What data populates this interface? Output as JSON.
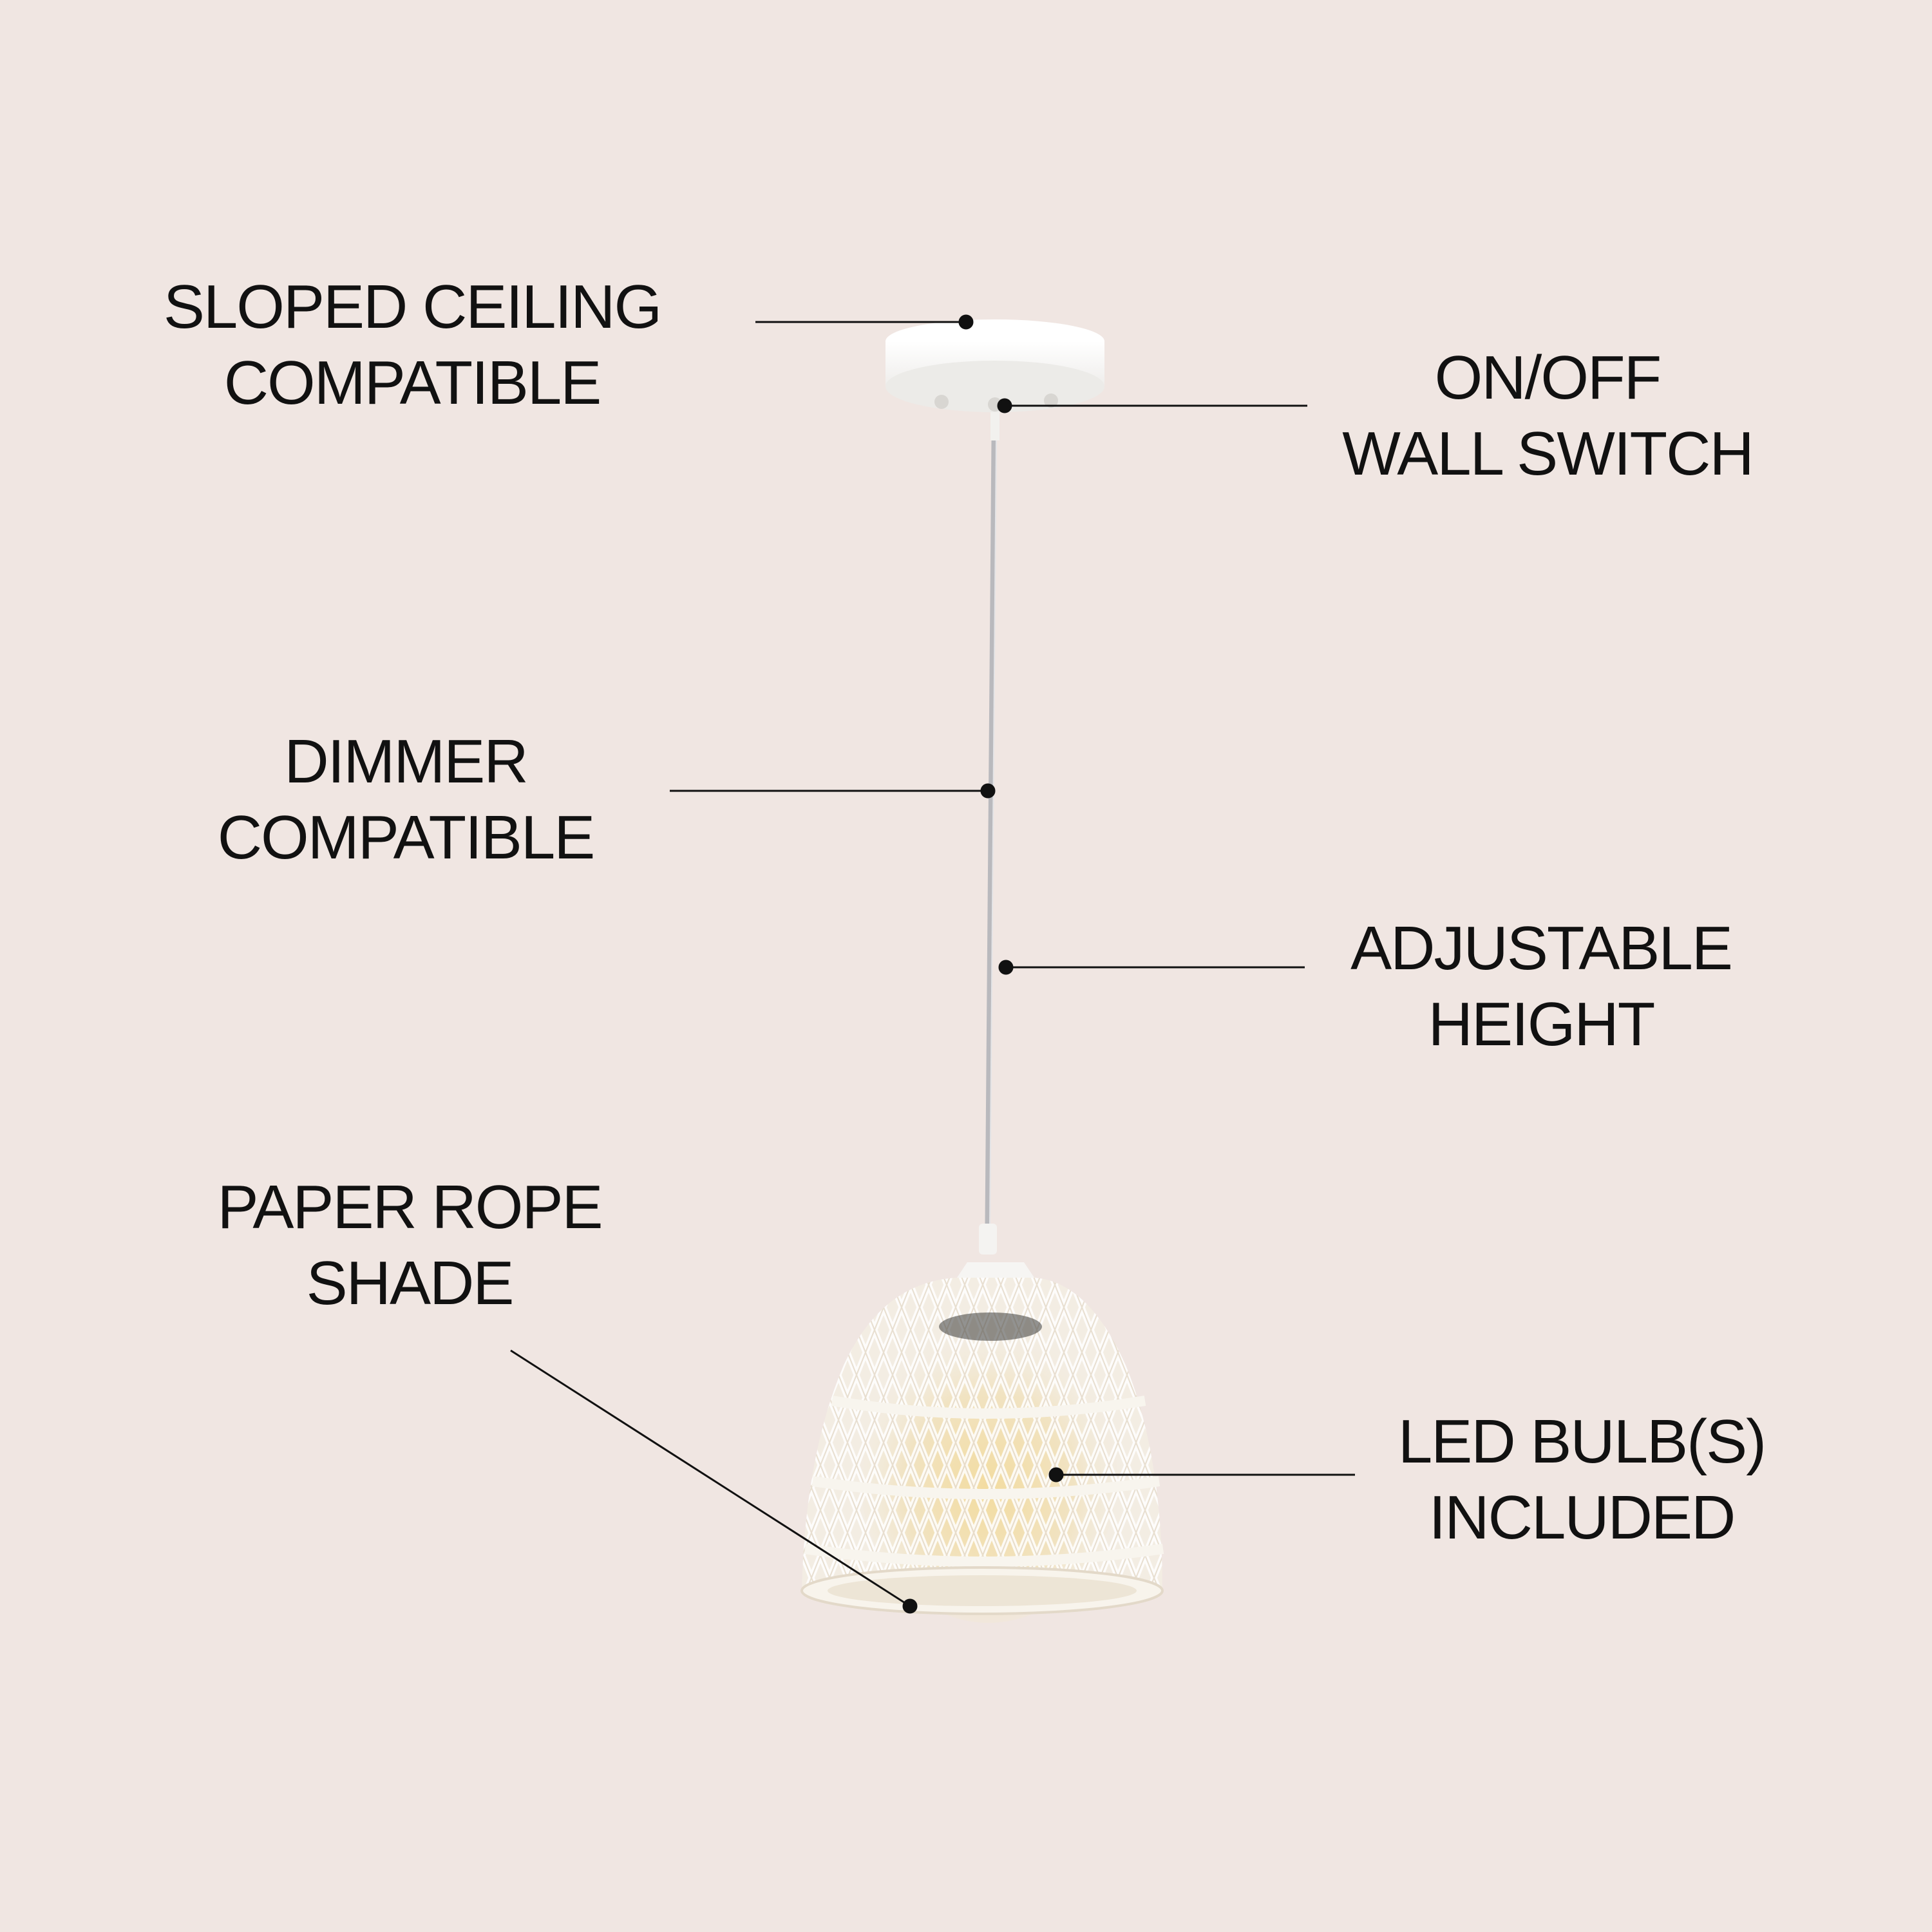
{
  "background_color": "#f0e6e2",
  "callouts": {
    "sloped_ceiling": {
      "line1": "SLOPED CEILING",
      "line2": "COMPATIBLE"
    },
    "on_off_switch": {
      "line1": "ON/OFF",
      "line2": "WALL SWITCH"
    },
    "dimmer": {
      "line1": "DIMMER",
      "line2": "COMPATIBLE"
    },
    "adjustable": {
      "line1": "ADJUSTABLE",
      "line2": "HEIGHT"
    },
    "paper_rope": {
      "line1": "PAPER ROPE",
      "line2": "SHADE"
    },
    "led_bulbs": {
      "line1": "LED BULB(S)",
      "line2": "INCLUDED"
    }
  },
  "product": {
    "canopy_color": "#f7f6f4",
    "cord_color": "#b9b9bd",
    "shade_color": "#f3ede3",
    "bulb_glow_color": "#eed9a8"
  }
}
